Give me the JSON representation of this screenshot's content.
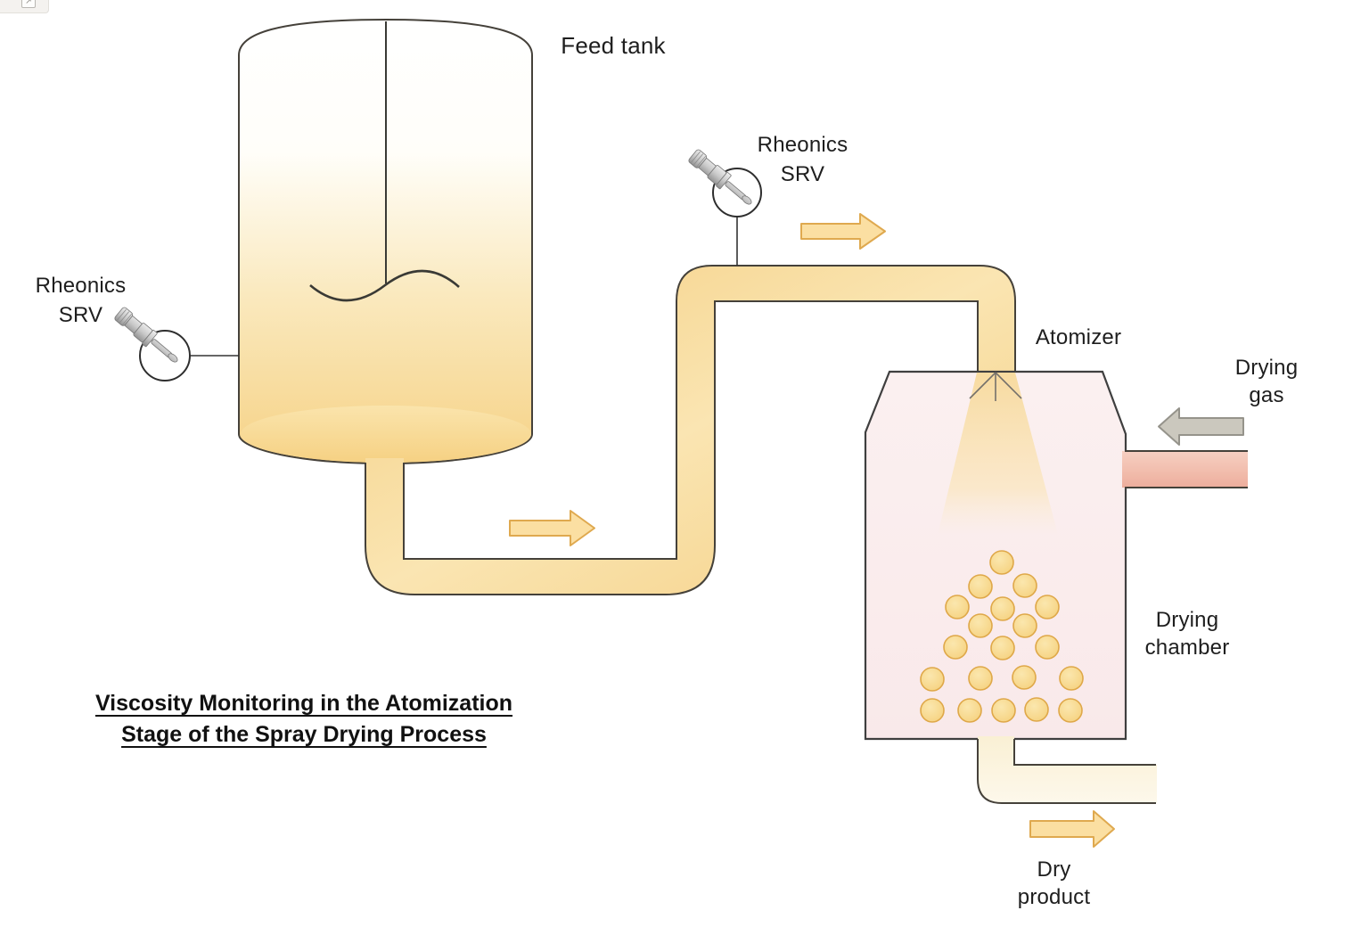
{
  "page": {
    "background": "#ffffff"
  },
  "browser_overlay": {
    "open_in_new_glyph": "↗"
  },
  "diagram": {
    "title": "Viscosity Monitoring in the Atomization\nStage of the Spray Drying Process",
    "labels": {
      "feed_tank": "Feed tank",
      "sensor_left": "Rheonics\nSRV",
      "sensor_top": "Rheonics\nSRV",
      "atomizer": "Atomizer",
      "drying_gas": "Drying\ngas",
      "drying_chamber": "Drying\nchamber",
      "dry_product": "Dry\nproduct"
    },
    "icons": {
      "sensor_probe": "rheonics-srv-probe-icon",
      "flow_arrows": "flow-arrow-right-icon",
      "gas_arrow": "gas-arrow-left-icon"
    },
    "particle_count": 20,
    "colors": {
      "text": "#1e1e1e",
      "outline": "#45413a",
      "chamber_outline": "#3f3f3f",
      "pipe_fill": "#F7D88F",
      "pipe_highlight": "#FAE5B2",
      "tank_fill_bottom": "#F6D286",
      "chamber_fill": "#FAECEC",
      "spray_cone": "#F8DCA0",
      "particle_fill": "#F8DC94",
      "particle_stroke": "#DFA849",
      "arrow_fill": "#FBDFA2",
      "arrow_stroke": "#DFA94F",
      "gas_arrow_fill": "#CBC8BE",
      "gas_arrow_stroke": "#95938B",
      "gas_pipe_fill": "#EFB1A1",
      "product_pipe_fill": "#FCF3DA"
    }
  }
}
